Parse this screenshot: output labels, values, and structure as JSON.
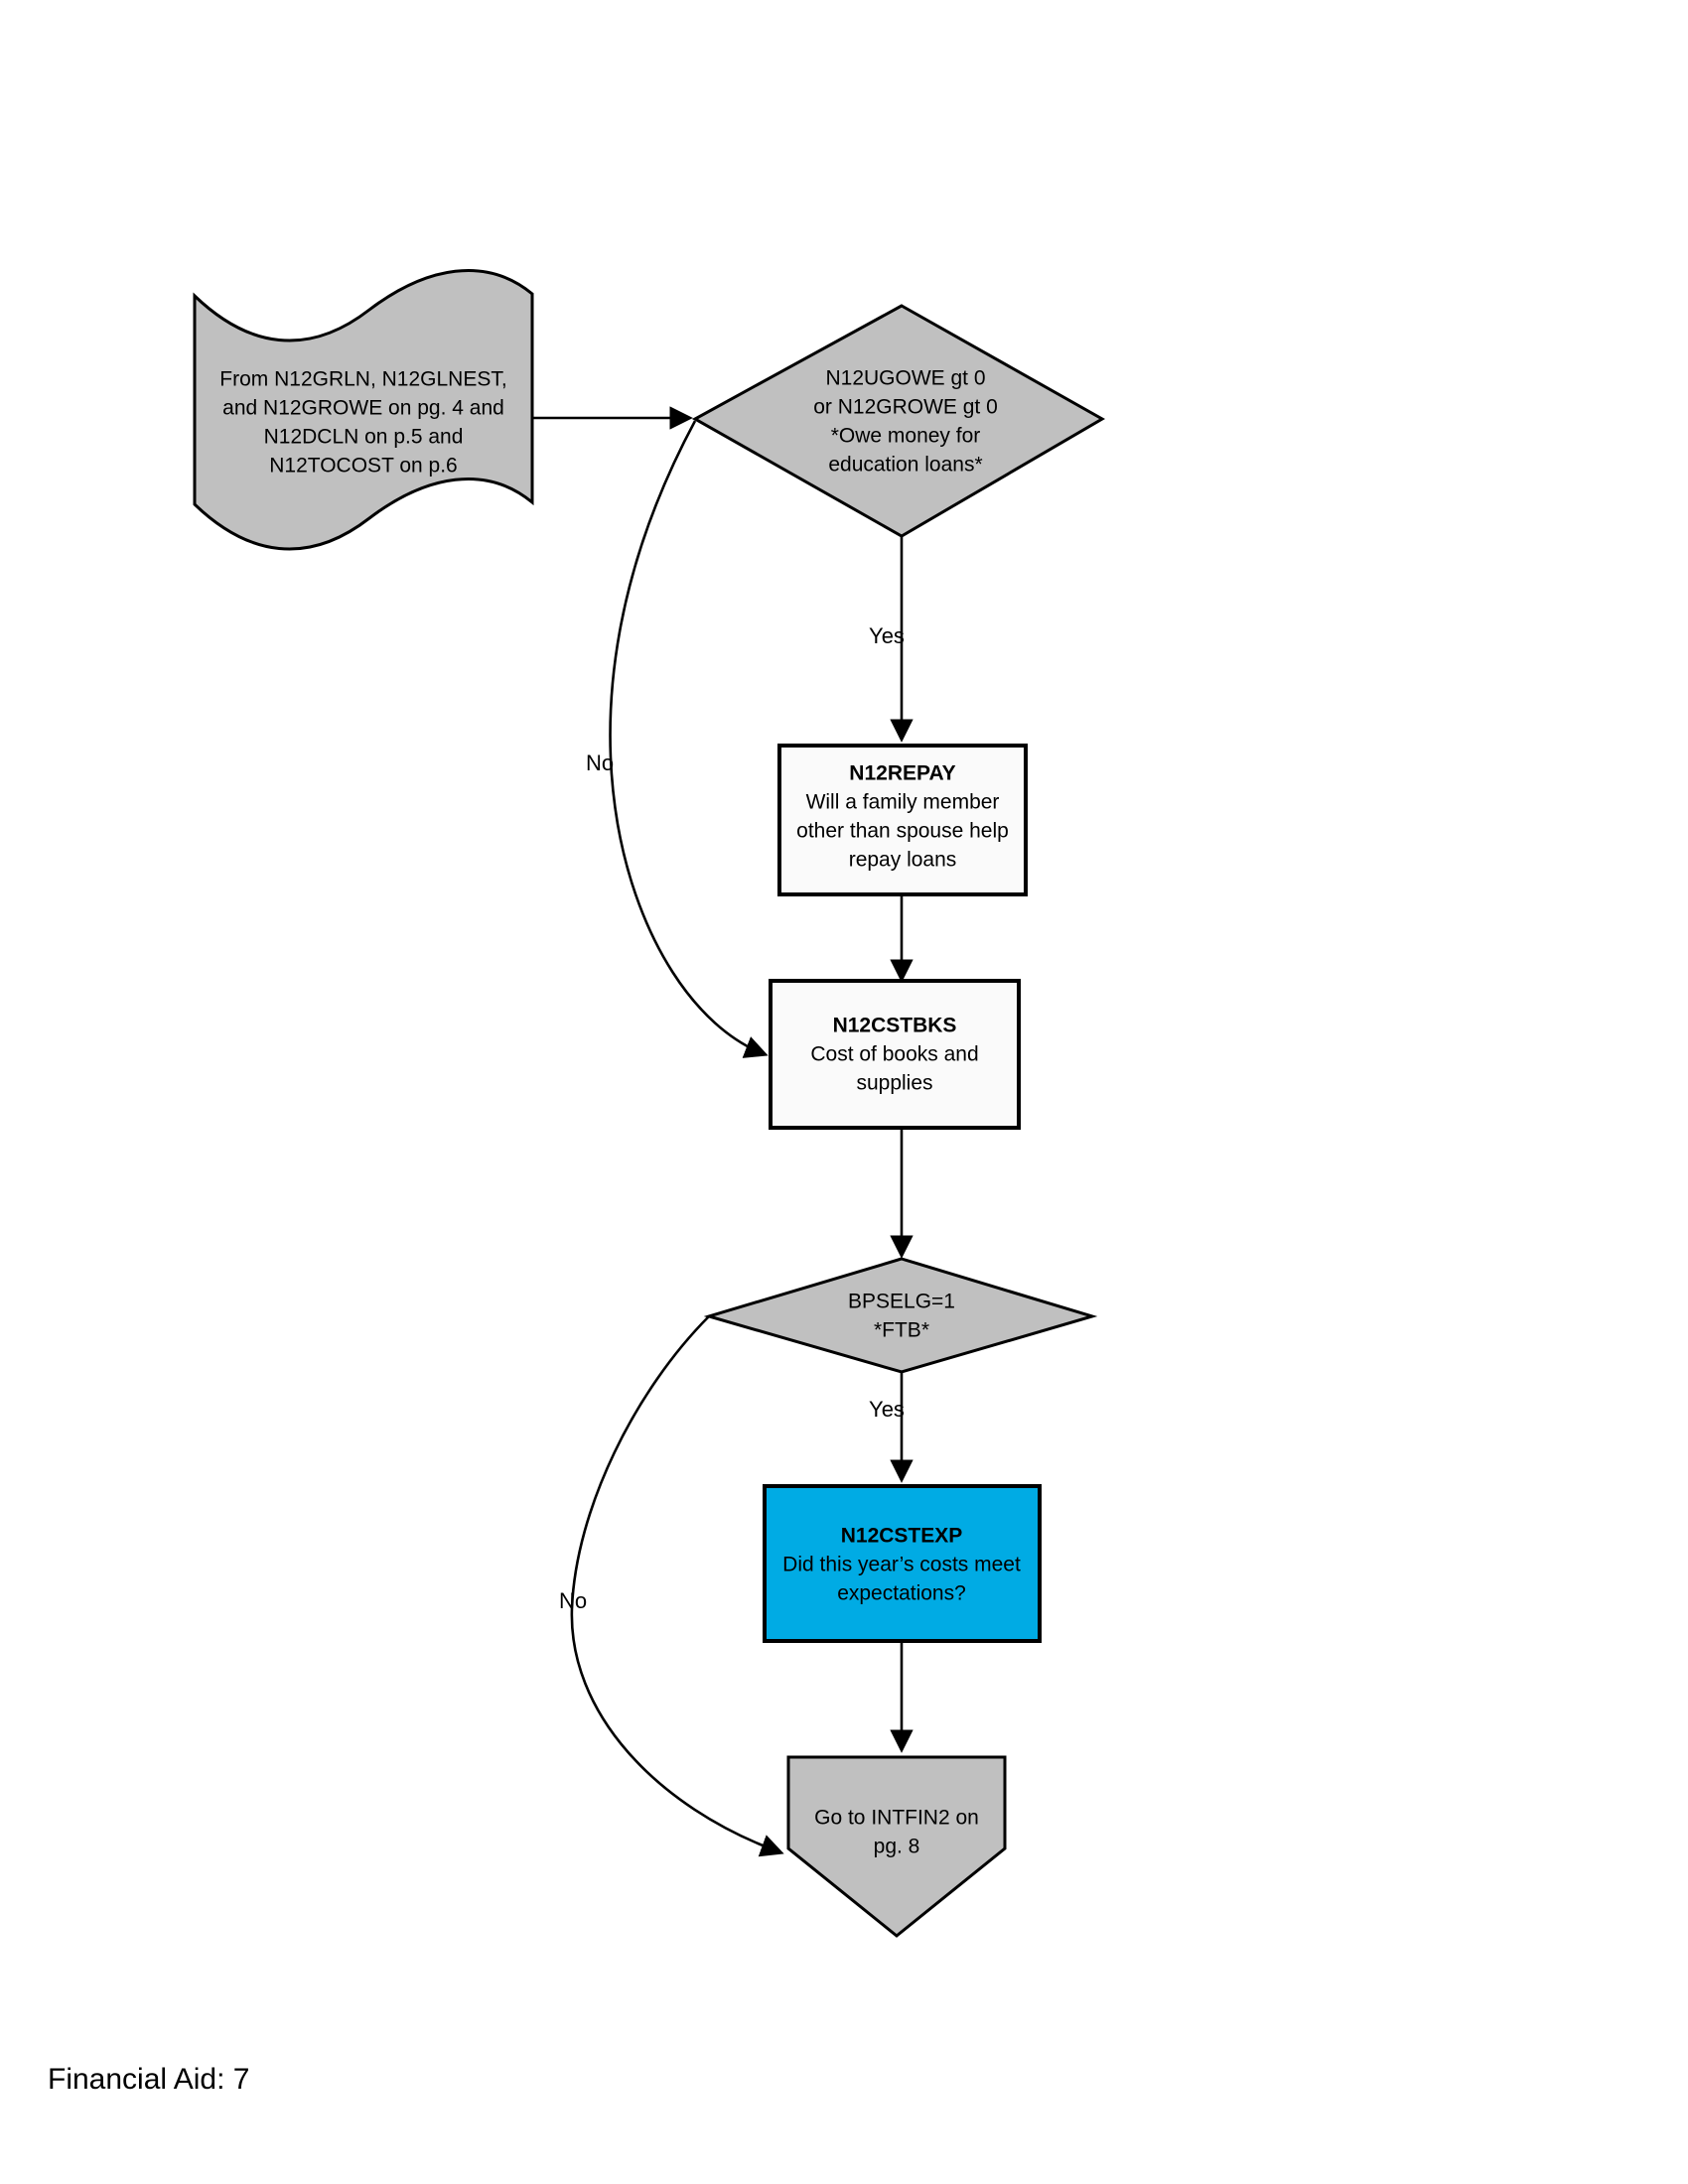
{
  "page": {
    "footer": "Financial Aid: 7",
    "background_color": "#ffffff"
  },
  "palette": {
    "gray_fill": "#c0c0c0",
    "box_fill": "#fafafa",
    "highlight_fill": "#00abe4",
    "line": "#000000"
  },
  "nodes": {
    "source_document": {
      "shape": "wave-document",
      "fill": "#c0c0c0",
      "lines": [
        "From N12GRLN, N12GLNEST,",
        "and N12GROWE on pg. 4 and",
        "N12DCLN on p.5  and",
        "N12TOCOST on p.6"
      ]
    },
    "decision_owe_loans": {
      "shape": "diamond",
      "fill": "#c0c0c0",
      "lines": [
        "N12UGOWE gt  0",
        "or N12GROWE gt 0",
        "*Owe money for",
        "education loans*"
      ]
    },
    "n12repay": {
      "shape": "rectangle",
      "fill": "#fafafa",
      "title": "N12REPAY",
      "lines": [
        "Will a family member",
        "other than spouse help",
        "repay loans"
      ]
    },
    "n12cstbks": {
      "shape": "rectangle",
      "fill": "#fafafa",
      "title": "N12CSTBKS",
      "lines": [
        "Cost of books and",
        "supplies"
      ]
    },
    "decision_bpselg": {
      "shape": "diamond",
      "fill": "#c0c0c0",
      "lines": [
        "BPSELG=1",
        "*FTB*"
      ]
    },
    "n12cstexp": {
      "shape": "rectangle",
      "fill": "#00abe4",
      "title": "N12CSTEXP",
      "lines": [
        "Did this year’s costs meet",
        "expectations?"
      ]
    },
    "goto_intfin2": {
      "shape": "pentagon-down",
      "fill": "#c0c0c0",
      "lines": [
        "Go to INTFIN2 on",
        "pg. 8"
      ]
    }
  },
  "edges": {
    "source_to_decision": {
      "label": ""
    },
    "owe_yes": {
      "label": "Yes"
    },
    "owe_no": {
      "label": "No"
    },
    "repay_to_books": {
      "label": ""
    },
    "books_to_bpselg": {
      "label": ""
    },
    "bpselg_yes": {
      "label": "Yes"
    },
    "bpselg_no": {
      "label": "No"
    },
    "cstexp_to_goto": {
      "label": ""
    }
  }
}
